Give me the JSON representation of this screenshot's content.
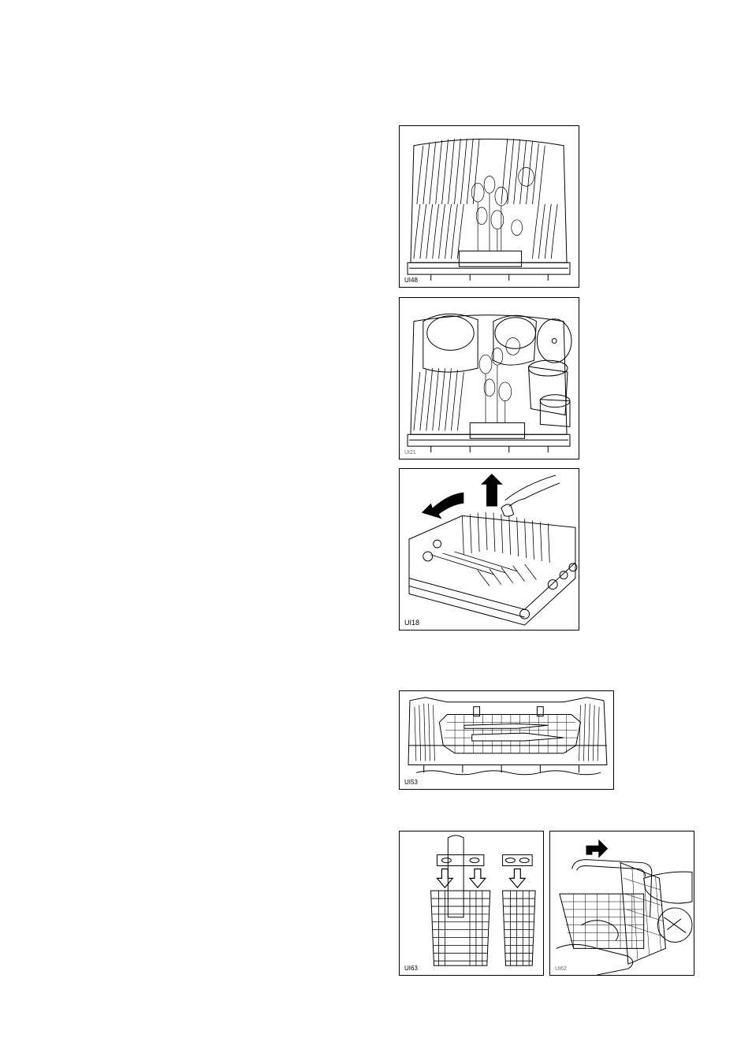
{
  "figures": [
    {
      "id": "fig1",
      "code": "UI48"
    },
    {
      "id": "fig2",
      "code": "UI21"
    },
    {
      "id": "fig3",
      "code": "UI18"
    },
    {
      "id": "fig4",
      "code": "UI53"
    },
    {
      "id": "fig5",
      "code": "UI63"
    },
    {
      "id": "fig6",
      "code": "UI62"
    }
  ]
}
